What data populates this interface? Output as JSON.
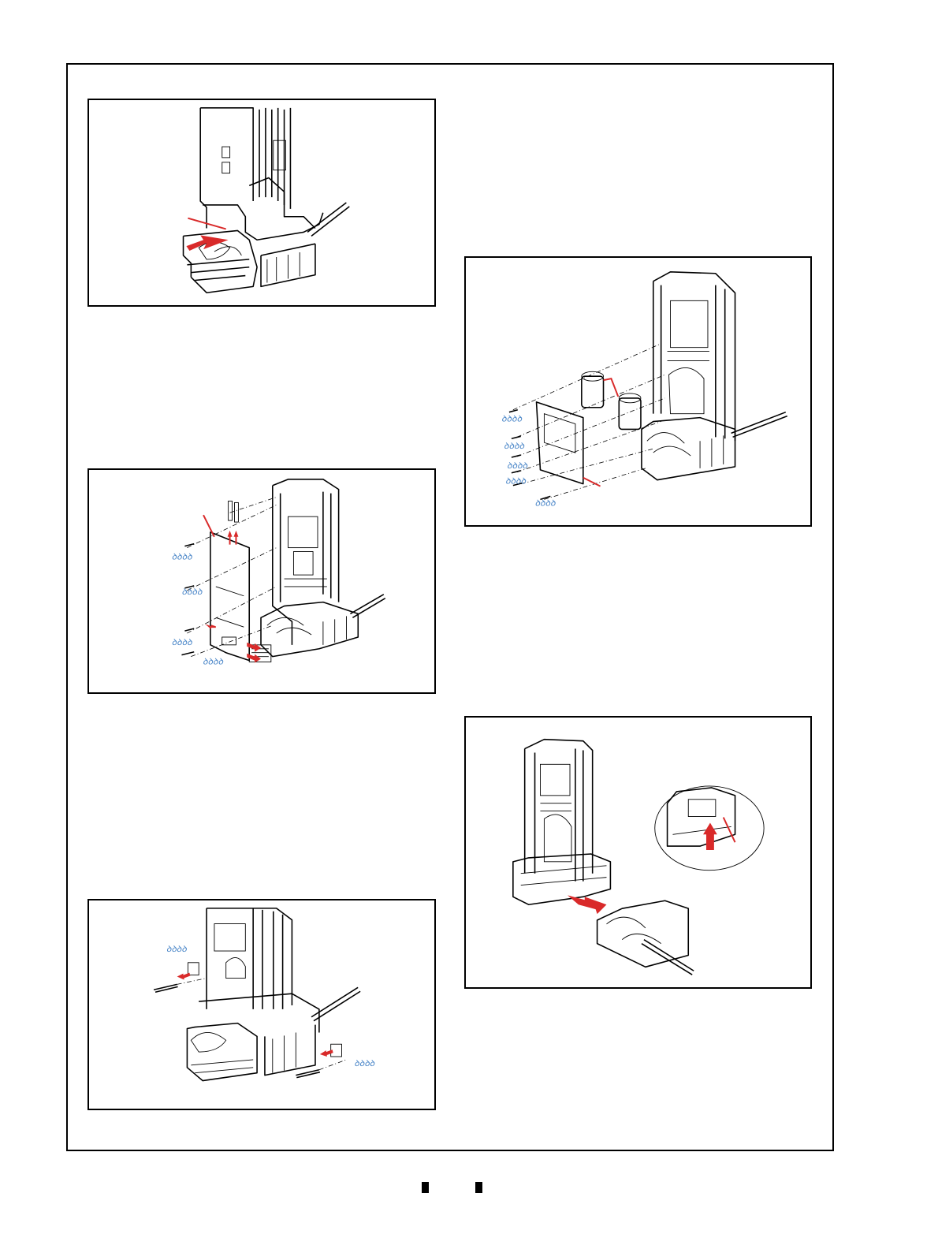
{
  "figures": [
    {
      "id": "fig-1",
      "label": ""
    },
    {
      "id": "fig-2",
      "label": ""
    },
    {
      "id": "fig-3",
      "label": ""
    },
    {
      "id": "fig-4",
      "label": ""
    },
    {
      "id": "fig-5",
      "label": ""
    }
  ],
  "footer": {
    "marks": [
      "square",
      "square"
    ]
  },
  "colors": {
    "arrow": "#d92a2a",
    "screw_symbol": "#4a86c8",
    "line": "#000000"
  },
  "icons": [
    "red-arrow-icon",
    "screw-rotation-icon",
    "callout-line-icon"
  ]
}
